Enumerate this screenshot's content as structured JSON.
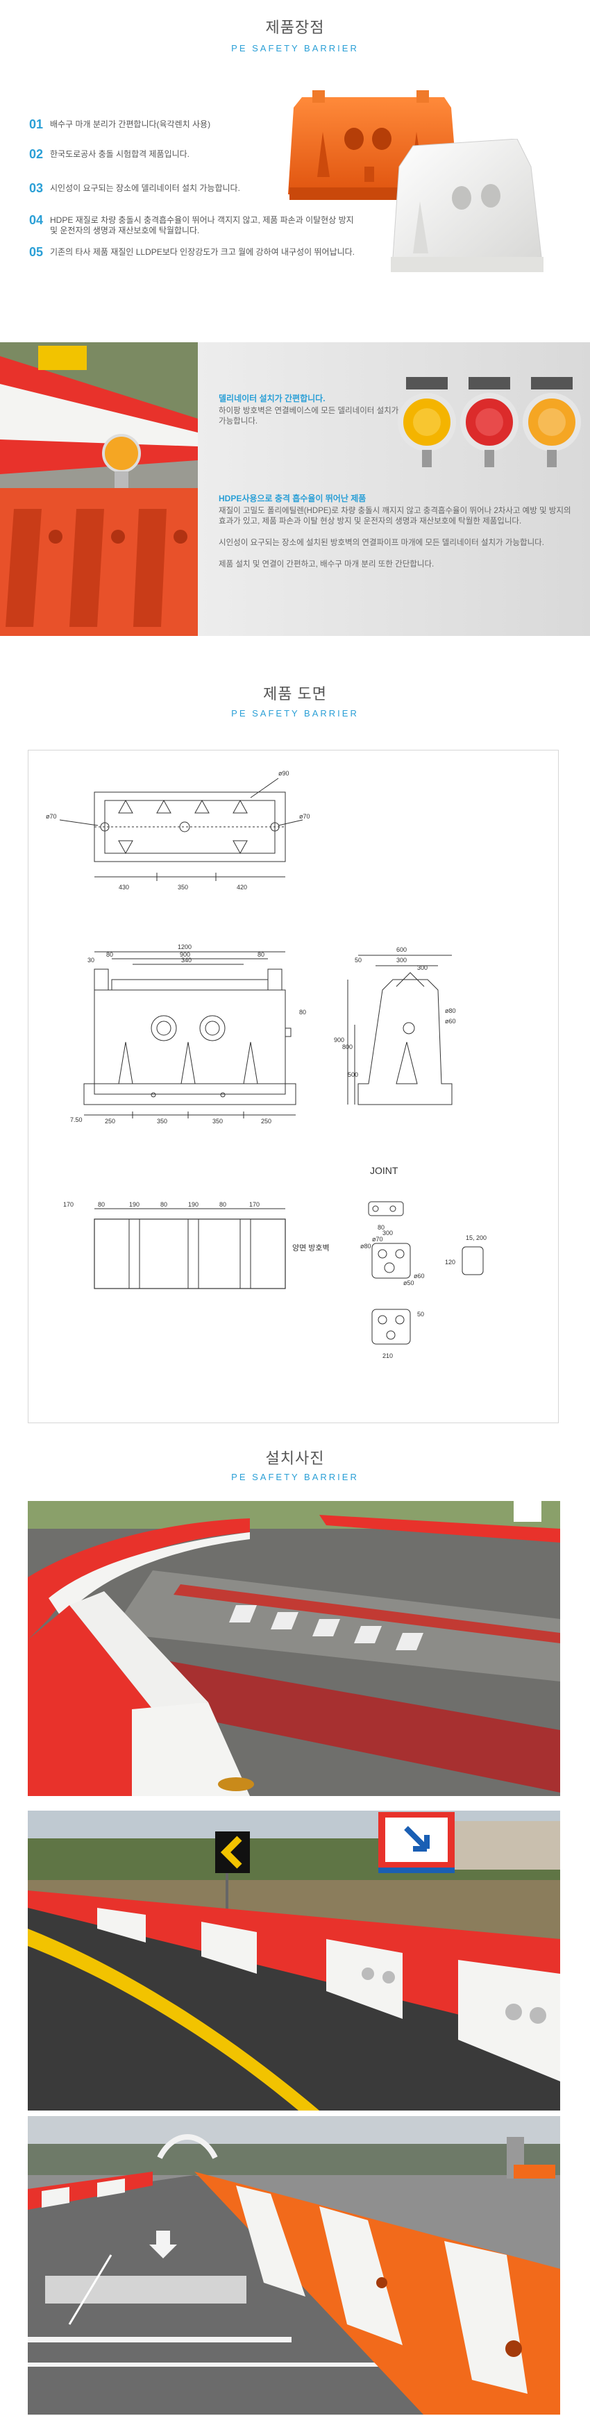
{
  "section1": {
    "title": "제품장점",
    "subtitle": "PE SAFETY BARRIER",
    "features": [
      {
        "num": "01",
        "text": "배수구 마개 분리가 간편합니다(육각렌치 사용)"
      },
      {
        "num": "02",
        "text": "한국도로공사 충돌 시험합격 제품입니다."
      },
      {
        "num": "03",
        "text": "시인성이 요구되는 장소에 델리네이터 설치 가능합니다."
      },
      {
        "num": "04",
        "text": "HDPE 재질로 차량 충돌시 충격흡수율이 뛰어나 객지지 않고, 제품 파손과 이탈현상 방지 및 운전자의 생명과 재산보호에 탁월합니다."
      },
      {
        "num": "05",
        "text": "기존의 타사 제품 재질인 LLDPE보다 인장강도가 크고 월에 강하여 내구성이 뛰어납니다."
      }
    ]
  },
  "band": {
    "h1": "델리네이터 설치가 간편합니다.",
    "p1": "하이팡 방호벽은 연결베이스에 모든 델리네이터 설치가 가능합니다.",
    "h2": "HDPE사용으로 충격 흡수율이 뛰어난 제품",
    "p2": "재질이 고밀도 폴리에틸렌(HDPE)로 차량 충돌시 깨지지 않고 충격흡수율이 뛰어나 2차사고 예방 및 방지의 효과가 있고, 제품 파손과 이탈 현상 방지 및 운전자의 생명과 재산보호에 탁월한 제품입니다.",
    "p3": "시인성이 요구되는 장소에 설치된 방호벽의 연결파이프 마개에 모든 델리네이터 설치가 가능합니다.",
    "p4": "제품 설치 및 연결이 간편하고, 배수구 마개 분리 또한 간단합니다."
  },
  "section2": {
    "title": "제품 도면",
    "subtitle": "PE SAFETY BARRIER",
    "joint_label": "JOINT",
    "side_label": "양면 방호벽"
  },
  "section3": {
    "title": "설치사진",
    "subtitle": "PE SAFETY BARRIER"
  },
  "colors": {
    "accent": "#2a9fd6",
    "orange": "#f26a1b",
    "red": "#e8322b",
    "white_barrier": "#f4f4f2"
  }
}
